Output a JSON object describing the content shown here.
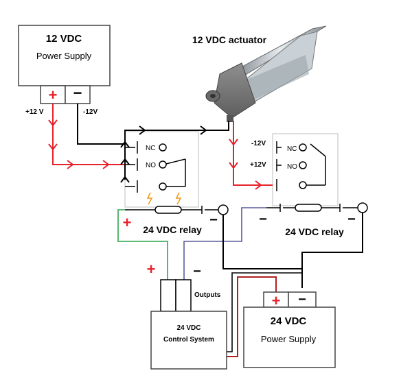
{
  "psu12": {
    "title": "12 VDC",
    "subtitle": "Power Supply",
    "plus_sign": "+",
    "minus_sign": "−",
    "plus_label": "+12 V",
    "minus_label": "-12V"
  },
  "actuator": {
    "title": "12 VDC actuator"
  },
  "relay_left": {
    "nc": "NC",
    "no": "NO",
    "title": "24 VDC relay",
    "plus_sign": "+",
    "minus_sign": "−"
  },
  "relay_right": {
    "nc": "NC",
    "no": "NO",
    "nc_label": "-12V",
    "no_label": "+12V",
    "title": "24 VDC relay",
    "minus_sign": "−",
    "minus_sign_2": "−"
  },
  "control": {
    "title": "24 VDC",
    "subtitle": "Control System",
    "outputs": "Outputs",
    "plus_sign": "+",
    "minus_sign": "−"
  },
  "psu24": {
    "title": "24 VDC",
    "subtitle": "Power Supply",
    "plus_sign": "+",
    "minus_sign": "−"
  },
  "colors": {
    "red": "#e8202a",
    "green": "#2ea44f",
    "purple": "#5a5a9e",
    "dark_red": "#b02020",
    "relay_box": "#c8c8c8"
  }
}
